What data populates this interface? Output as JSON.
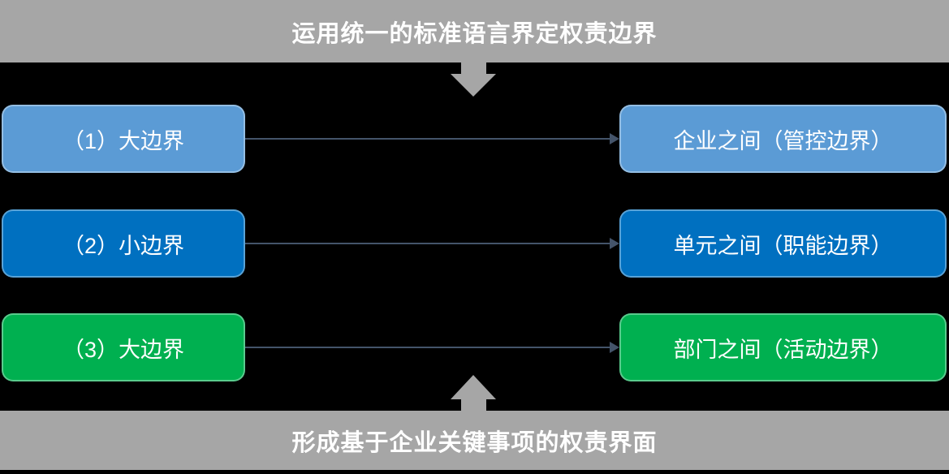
{
  "banners": {
    "top": "运用统一的标准语言界定权责边界",
    "bottom": "形成基于企业关键事项的权责界面"
  },
  "rows": [
    {
      "left_label": "（1）大边界",
      "right_label": "企业之间（管控边界）",
      "color": "#5B9BD5"
    },
    {
      "left_label": "（2）小边界",
      "right_label": "单元之间（职能边界）",
      "color": "#0070C0"
    },
    {
      "left_label": "（3）大边界",
      "right_label": "部门之间（活动边界）",
      "color": "#00B050"
    }
  ],
  "colors": {
    "background": "#000000",
    "banner_bg": "#A6A6A6",
    "banner_text": "#FFFFFF",
    "box_text": "#FFFFFF",
    "connector": "#44546A",
    "big_arrow": "#A6A6A6"
  }
}
